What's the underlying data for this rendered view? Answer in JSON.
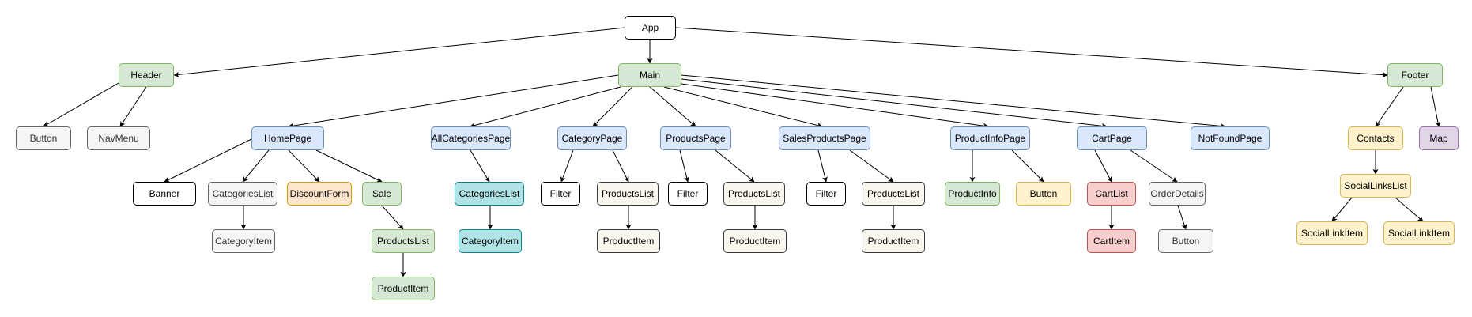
{
  "nodes": {
    "app": "App",
    "header": "Header",
    "main": "Main",
    "footer": "Footer",
    "header_button": "Button",
    "navmenu": "NavMenu",
    "homepage": "HomePage",
    "allcategoriespage": "AllCategoriesPage",
    "categorypage": "CategoryPage",
    "productspage": "ProductsPage",
    "salesproductspage": "SalesProductsPage",
    "productinfopage": "ProductInfoPage",
    "cartpage": "CartPage",
    "notfoundpage": "NotFoundPage",
    "contacts": "Contacts",
    "map": "Map",
    "banner": "Banner",
    "home_categorieslist": "CategoriesList",
    "discountform": "DiscountForm",
    "sale": "Sale",
    "home_categoryitem": "CategoryItem",
    "sale_productslist": "ProductsList",
    "sale_productitem": "ProductItem",
    "allcat_categorieslist": "CategoriesList",
    "allcat_categoryitem": "CategoryItem",
    "cat_filter": "Filter",
    "cat_productslist": "ProductsList",
    "cat_productitem": "ProductItem",
    "prod_filter": "Filter",
    "prod_productslist": "ProductsList",
    "prod_productitem": "ProductItem",
    "sales_filter": "Filter",
    "sales_productslist": "ProductsList",
    "sales_productitem": "ProductItem",
    "productinfo": "ProductInfo",
    "info_button": "Button",
    "cartlist": "CartList",
    "cartitem": "CartItem",
    "orderdetails": "OrderDetails",
    "order_button": "Button",
    "sociallinkslist": "SocialLinksList",
    "sociallinkitem_1": "SocialLinkItem",
    "sociallinkitem_2": "SocialLinkItem"
  },
  "colors": {
    "plain": "#ffffff",
    "gray": "#f5f5f5",
    "green": "#d5e8d4",
    "blue": "#dae8fc",
    "orange": "#ffe6cc",
    "teal": "#b0e3e6",
    "cream": "#f9f7ed",
    "yellow": "#fff2cc",
    "red": "#f8cecc",
    "purple": "#e1d5e7",
    "edge": "#000000"
  }
}
